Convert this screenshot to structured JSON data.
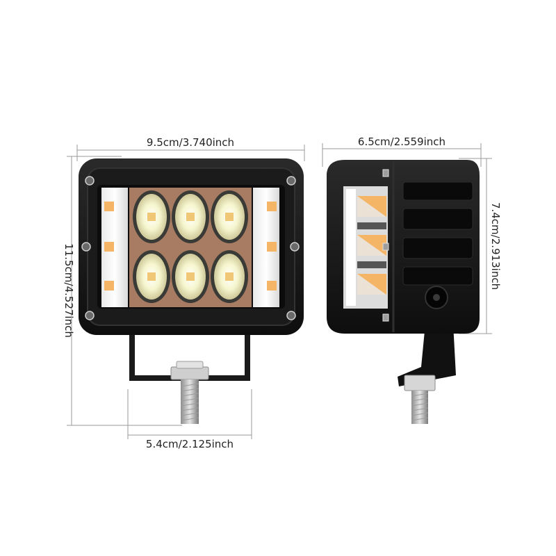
{
  "dimensions": {
    "front_width": "9.5cm/3.740inch",
    "front_height": "11.5cm/4.527inch",
    "bracket_width": "5.4cm/2.125inch",
    "side_depth": "6.5cm/2.559inch",
    "side_height": "7.4cm/2.913inch"
  },
  "colors": {
    "housing": "#161616",
    "housing_edge": "#2d2d2d",
    "lens_bg": "#b98a6e",
    "led_white": "#fbfbd8",
    "led_amber": "#f4b567",
    "dimension_line": "#9a9a9a",
    "text": "#222222"
  }
}
